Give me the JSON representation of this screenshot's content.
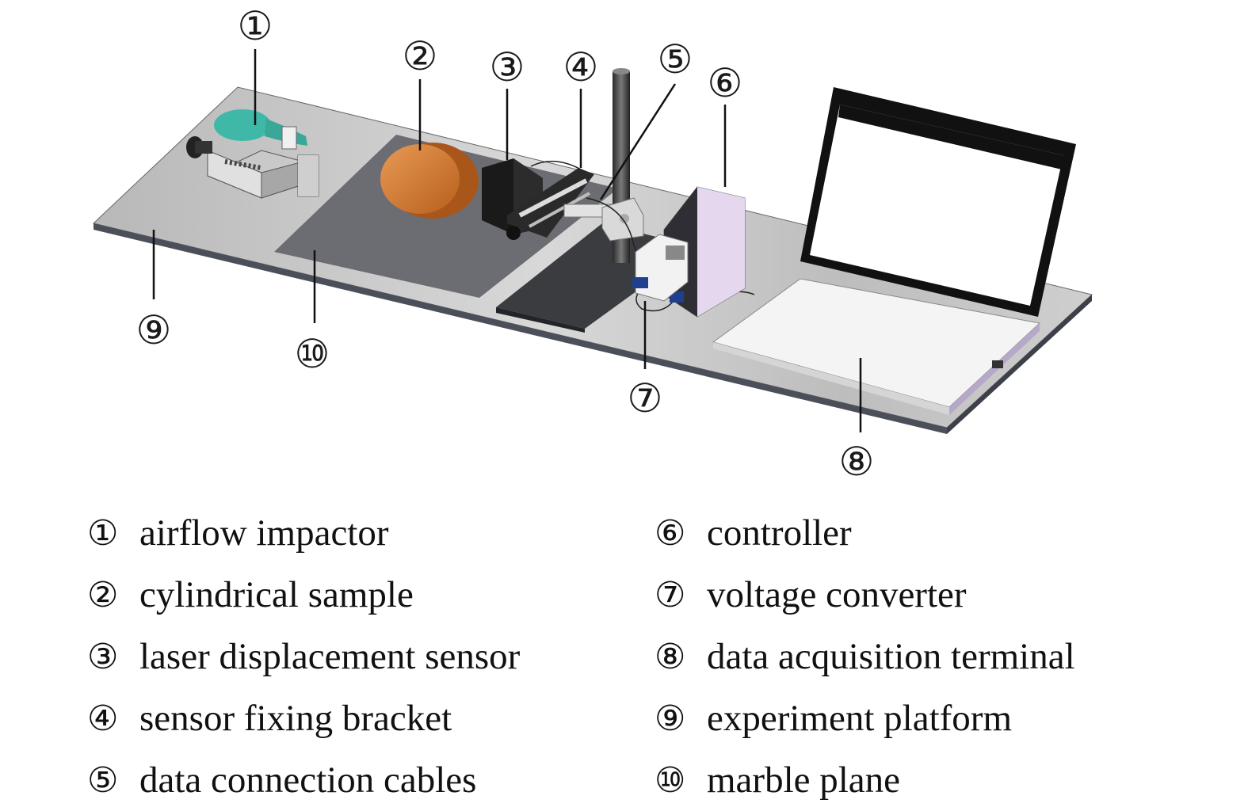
{
  "callouts": [
    {
      "id": 1,
      "symbol": "①"
    },
    {
      "id": 2,
      "symbol": "②"
    },
    {
      "id": 3,
      "symbol": "③"
    },
    {
      "id": 4,
      "symbol": "④"
    },
    {
      "id": 5,
      "symbol": "⑤"
    },
    {
      "id": 6,
      "symbol": "⑥"
    },
    {
      "id": 7,
      "symbol": "⑦"
    },
    {
      "id": 8,
      "symbol": "⑧"
    },
    {
      "id": 9,
      "symbol": "⑨"
    },
    {
      "id": 10,
      "symbol": "⑩"
    }
  ],
  "legend": {
    "left": [
      {
        "symbol": "①",
        "label": "airflow impactor"
      },
      {
        "symbol": "②",
        "label": "cylindrical sample"
      },
      {
        "symbol": "③",
        "label": "laser displacement sensor"
      },
      {
        "symbol": "④",
        "label": "sensor fixing bracket"
      },
      {
        "symbol": "⑤",
        "label": "data connection cables"
      }
    ],
    "right": [
      {
        "symbol": "⑥",
        "label": "controller"
      },
      {
        "symbol": "⑦",
        "label": "voltage converter"
      },
      {
        "symbol": "⑧",
        "label": "data acquisition terminal"
      },
      {
        "symbol": "⑨",
        "label": "experiment platform"
      },
      {
        "symbol": "⑩",
        "label": "marble plane"
      }
    ]
  },
  "colors": {
    "platform": "#c8c8c8",
    "platform_edge": "#4a4f5a",
    "marble": "#6b6d72",
    "sample": "#d07a2e",
    "impactor_bulb": "#3fb8a8",
    "controller": "#d9c9e6",
    "laptop_frame": "#111111"
  }
}
